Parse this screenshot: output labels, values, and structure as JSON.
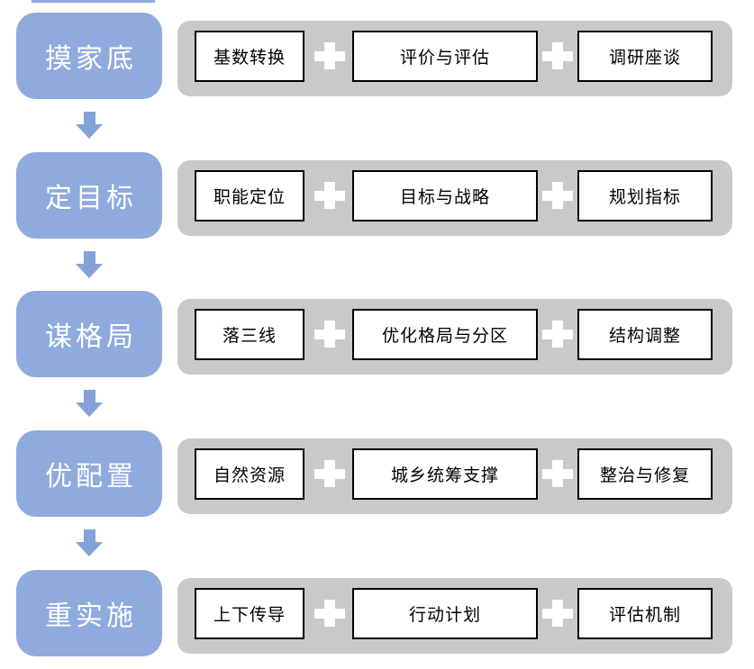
{
  "diagram": {
    "rows": [
      {
        "label": "摸家底",
        "steps": [
          "基数转换",
          "评价与评估",
          "调研座谈"
        ]
      },
      {
        "label": "定目标",
        "steps": [
          "职能定位",
          "目标与战略",
          "规划指标"
        ]
      },
      {
        "label": "谋格局",
        "steps": [
          "落三线",
          "优化格局与分区",
          "结构调整"
        ]
      },
      {
        "label": "优配置",
        "steps": [
          "自然资源",
          "城乡统筹支撑",
          "整治与修复"
        ]
      },
      {
        "label": "重实施",
        "steps": [
          "上下传导",
          "行动计划",
          "评估机制"
        ]
      }
    ],
    "connector_symbol": "+",
    "colors": {
      "phase_blue": "#8FAADC",
      "arrow_blue": "#84A1D8",
      "bar_gray": "#C9C9C9",
      "box_border": "#000000",
      "box_fill": "#FFFFFF",
      "label_text": "#FFFFFF",
      "step_text": "#000000"
    }
  }
}
